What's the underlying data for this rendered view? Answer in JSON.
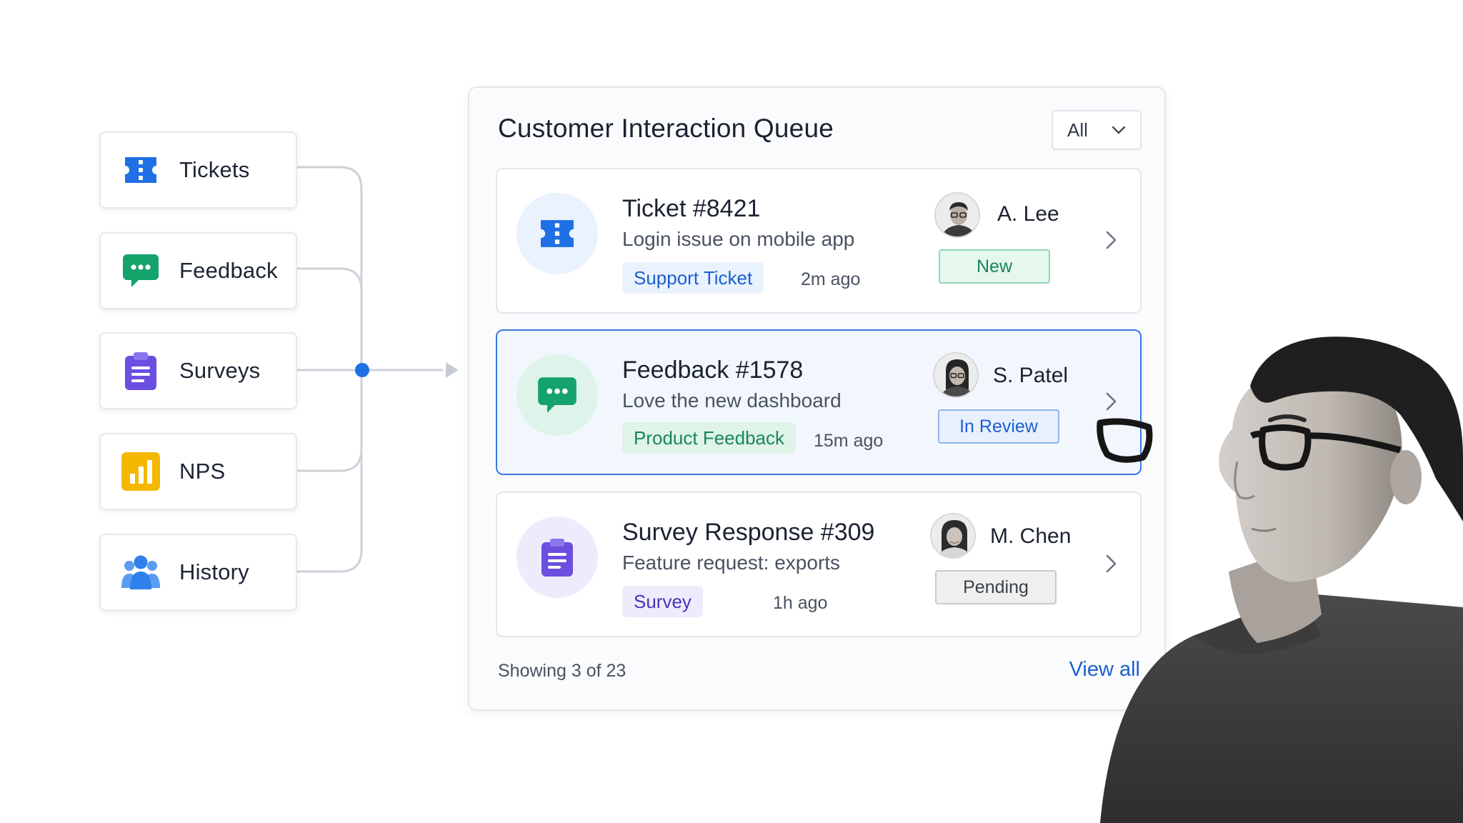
{
  "sources": [
    {
      "label": "Tickets",
      "icon": "ticket-icon",
      "color": "#1f6fe5"
    },
    {
      "label": "Feedback",
      "icon": "chat-bubble-icon",
      "color": "#14a36b"
    },
    {
      "label": "Surveys",
      "icon": "clipboard-icon",
      "color": "#6a4fe0"
    },
    {
      "label": "NPS",
      "icon": "bar-chart-icon",
      "color": "#f5b800"
    },
    {
      "label": "History",
      "icon": "users-icon",
      "color": "#2f80ed"
    }
  ],
  "panel": {
    "title": "Customer Interaction Queue",
    "filter": {
      "selected": "All",
      "icon": "chevron-down-icon"
    },
    "items": [
      {
        "title": "Ticket #8421",
        "subtitle": "Login issue on mobile app",
        "tag": "Support Ticket",
        "time": "2m ago",
        "assignee": "A. Lee",
        "status": "New",
        "icon": "ticket-icon",
        "selected": false
      },
      {
        "title": "Feedback #1578",
        "subtitle": "Love the new dashboard",
        "tag": "Product Feedback",
        "time": "15m ago",
        "assignee": "S. Patel",
        "status": "In Review",
        "icon": "chat-bubble-icon",
        "selected": true
      },
      {
        "title": "Survey Response #309",
        "subtitle": "Feature request: exports",
        "tag": "Survey",
        "time": "1h ago",
        "assignee": "M. Chen",
        "status": "Pending",
        "icon": "clipboard-icon",
        "selected": false
      }
    ],
    "footer": {
      "count": "Showing 3 of 23",
      "link": "View all"
    }
  },
  "colors": {
    "accent": "#1f6fe5",
    "selected_border": "#3a78e0",
    "tag_support_bg": "#eaf2fe",
    "tag_feedback_bg": "#e4f5ec",
    "tag_survey_bg": "#efebfc",
    "status_new": "#e6f7ee",
    "status_review": "#e8f0fd",
    "status_pending": "#efefef"
  }
}
